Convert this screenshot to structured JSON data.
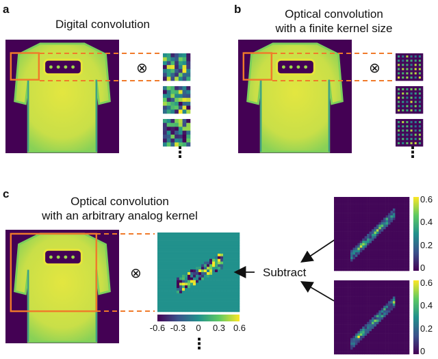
{
  "panels": {
    "a": {
      "label": "a",
      "title": "Digital convolution"
    },
    "b": {
      "label": "b",
      "title_line1": "Optical convolution",
      "title_line2": "with a finite kernel size"
    },
    "c": {
      "label": "c",
      "title_line1": "Optical convolution",
      "title_line2": "with an arbitrary analog kernel"
    }
  },
  "symbols": {
    "convolve": "⊗",
    "ellipsis": "⋮"
  },
  "subtract_label": "Subtract",
  "kernel_colorbar": {
    "ticks": [
      "-0.6",
      "-0.3",
      "0",
      "0.3",
      "0.6"
    ]
  },
  "output_colorbar": {
    "ticks": [
      "0.6",
      "0.4",
      "0.2",
      "0"
    ]
  },
  "colors": {
    "background": "#440154",
    "shirt": "#dbe33a",
    "highlight": "#f07a2a",
    "colormap": [
      "#440154",
      "#3b528b",
      "#21918c",
      "#5ec962",
      "#fde725"
    ]
  }
}
